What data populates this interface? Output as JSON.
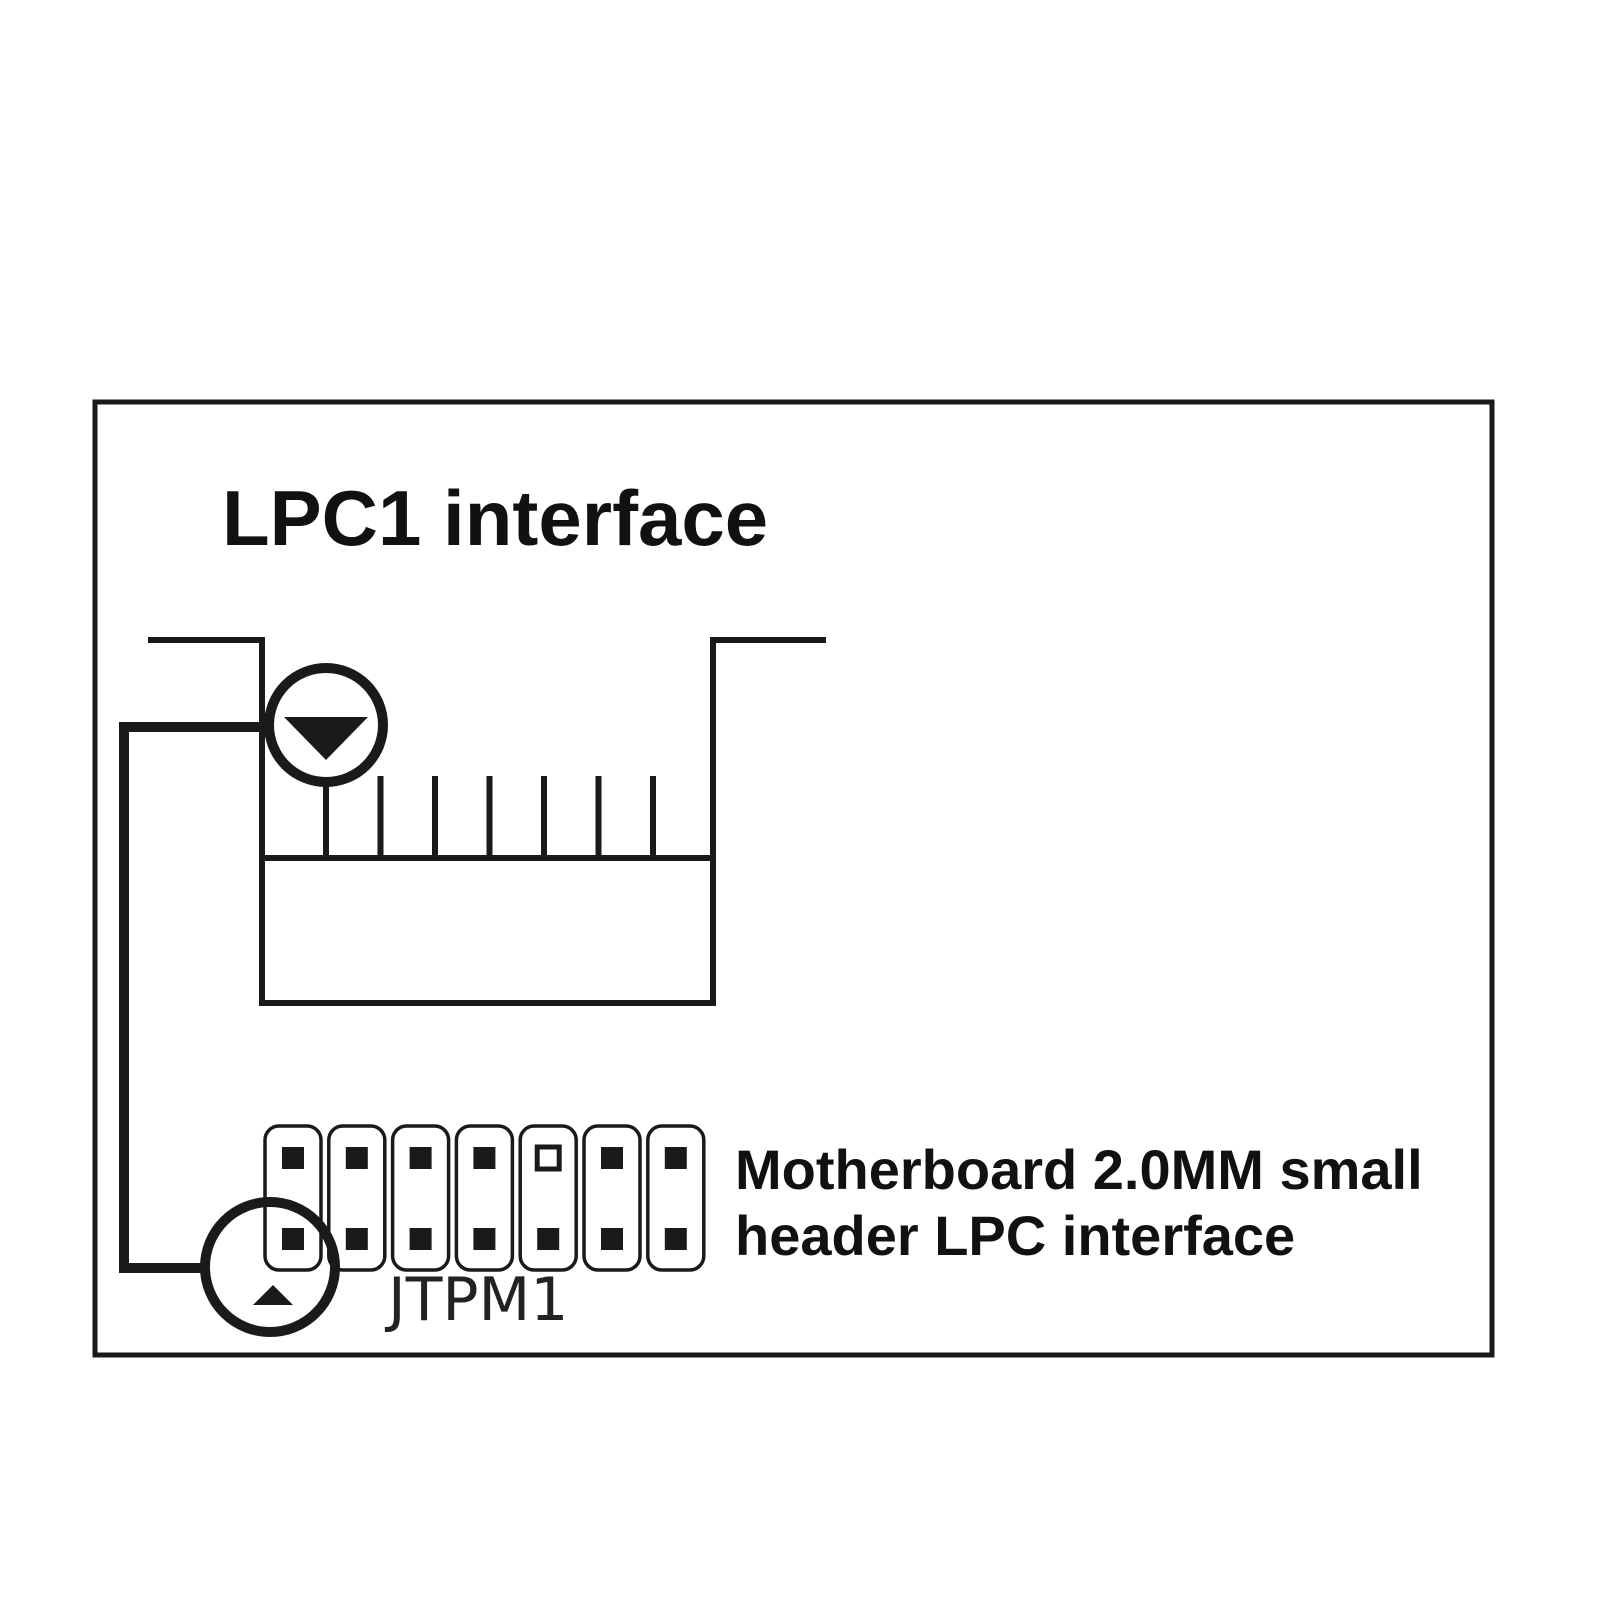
{
  "title": "LPC1 interface",
  "description": {
    "line1": "Motherboard 2.0MM small",
    "line2": "header LPC interface"
  },
  "header_label": "JTPM1",
  "connector": {
    "pin_count": 7,
    "key_icon": "triangle-down-icon"
  },
  "header": {
    "columns": 7,
    "rows": 2,
    "square_pad_pin": {
      "row": 1,
      "column": 5
    },
    "pin1_icon": "triangle-up-icon"
  },
  "colors": {
    "line": "#1a1a1a",
    "background": "#ffffff"
  }
}
